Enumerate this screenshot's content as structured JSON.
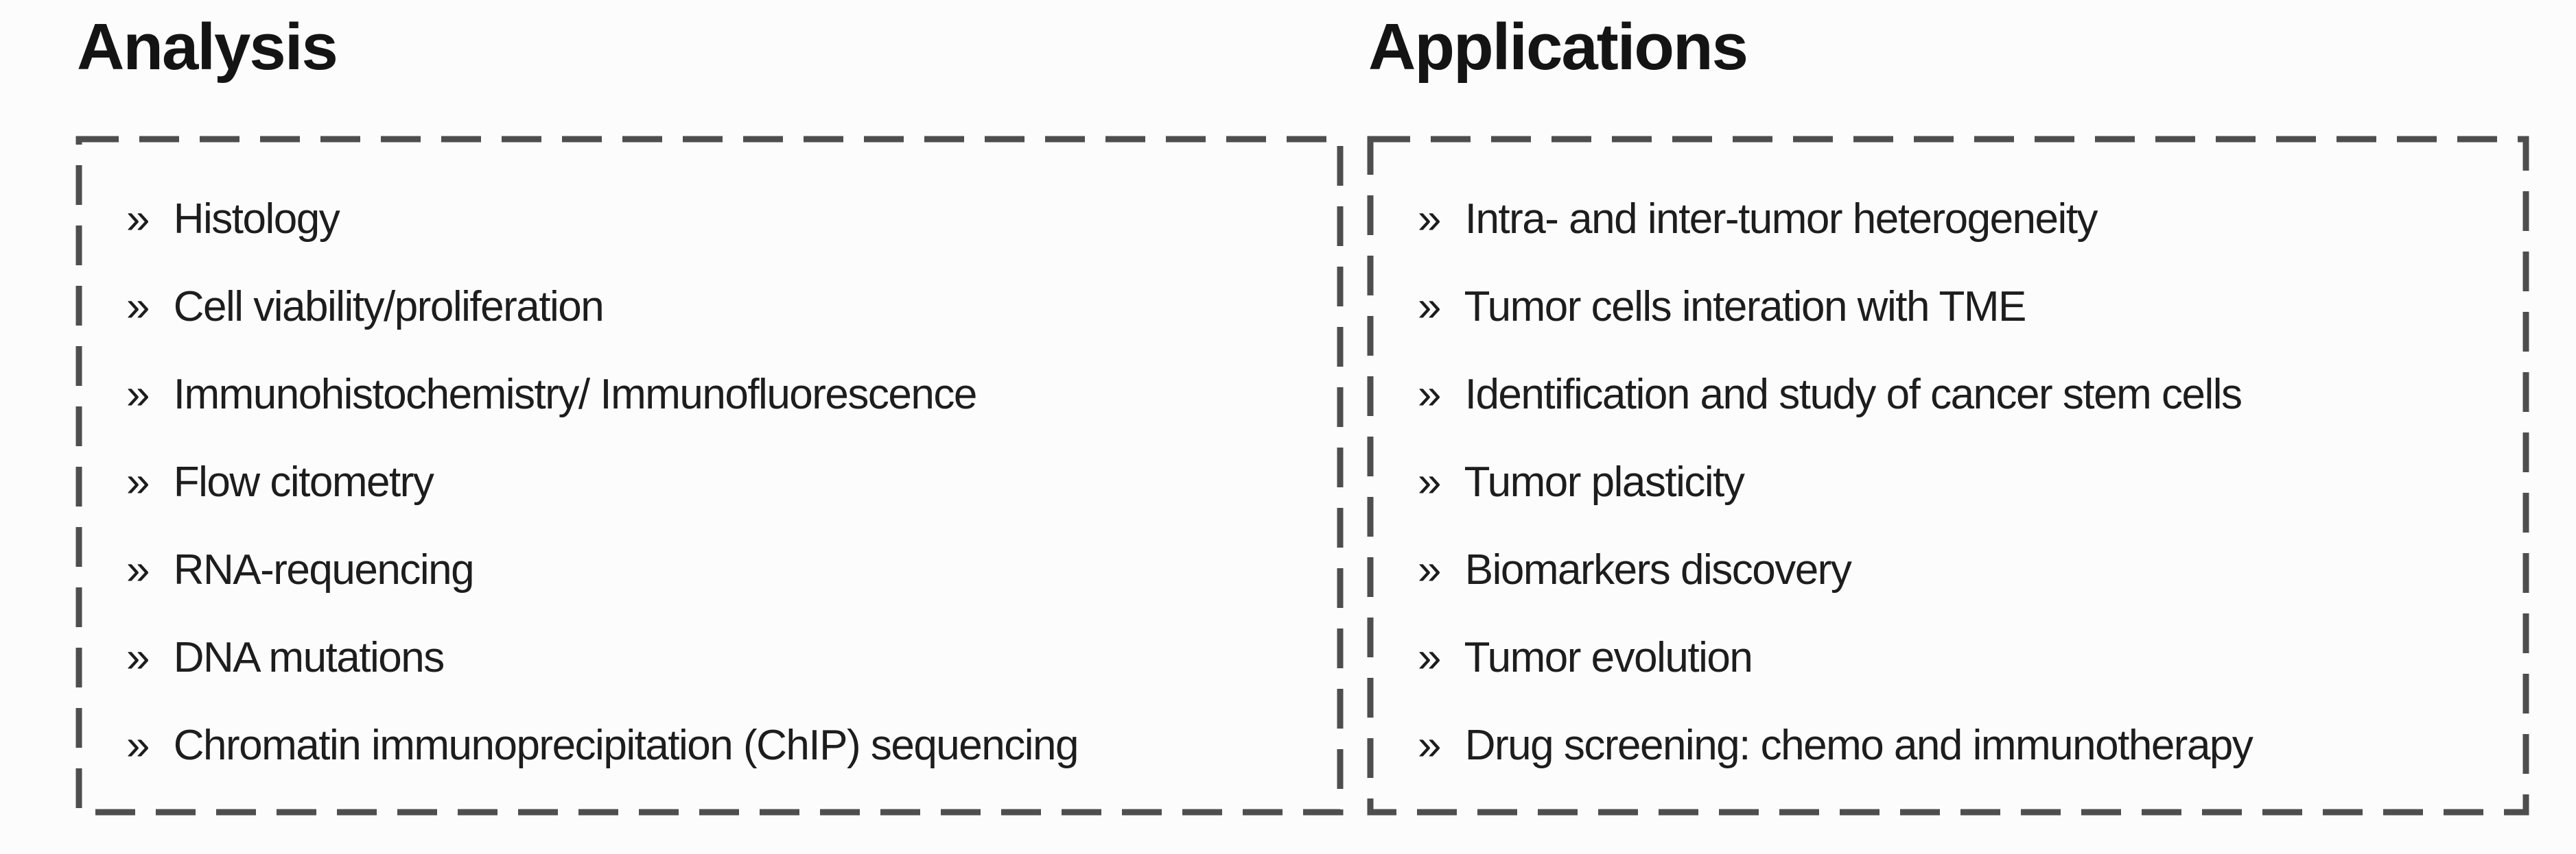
{
  "bullet": "»",
  "colors": {
    "text": "#1e1d1e",
    "title": "#151415",
    "dash_border": "#4e4e4e",
    "background": "#fcfcfc"
  },
  "panels": [
    {
      "title": "Analysis",
      "items": [
        "Histology",
        "Cell viability/proliferation",
        "Immunohistochemistry/ Immunofluorescence",
        "Flow citometry",
        "RNA-requencing",
        "DNA mutations",
        "Chromatin immunoprecipitation (ChIP) sequencing"
      ]
    },
    {
      "title": "Applications",
      "items": [
        "Intra- and inter-tumor heterogeneity",
        "Tumor cells interation with TME",
        "Identification and study of cancer stem cells",
        "Tumor plasticity",
        "Biomarkers discovery",
        "Tumor evolution",
        "Drug screening: chemo and immunotherapy"
      ]
    }
  ]
}
